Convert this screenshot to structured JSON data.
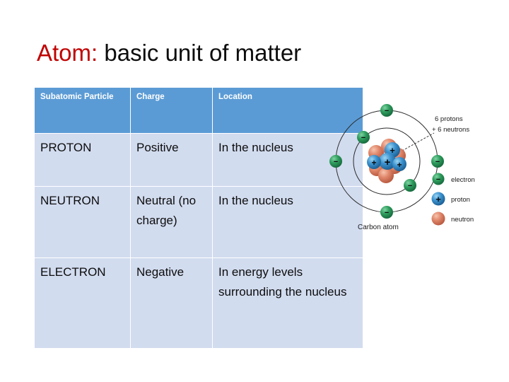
{
  "slide": {
    "title_accent": "Atom:",
    "title_rest": " basic unit of matter"
  },
  "table": {
    "headers": [
      "Subatomic Particle",
      "Charge",
      "Location"
    ],
    "rows": [
      {
        "particle": "PROTON",
        "charge": "Positive",
        "location": "In the nucleus"
      },
      {
        "particle": "NEUTRON",
        "charge": "Neutral (no charge)",
        "location": "In the nucleus"
      },
      {
        "particle": "ELECTRON",
        "charge": "Negative",
        "location": "In energy levels surrounding the nucleus"
      }
    ],
    "header_bg": "#5B9BD5",
    "row_bg": "#D2DCEF"
  },
  "diagram": {
    "annotation_line1": "6 protons",
    "annotation_line2": "+ 6 neutrons",
    "caption": "Carbon atom",
    "legend": [
      {
        "label": "electron",
        "symbol": "−",
        "color": "#2F9E5E"
      },
      {
        "label": "proton",
        "symbol": "+",
        "color": "#3C93D0"
      },
      {
        "label": "neutron",
        "symbol": "",
        "color": "#E0876B"
      }
    ],
    "electron_symbol": "−",
    "proton_symbol": "+"
  }
}
